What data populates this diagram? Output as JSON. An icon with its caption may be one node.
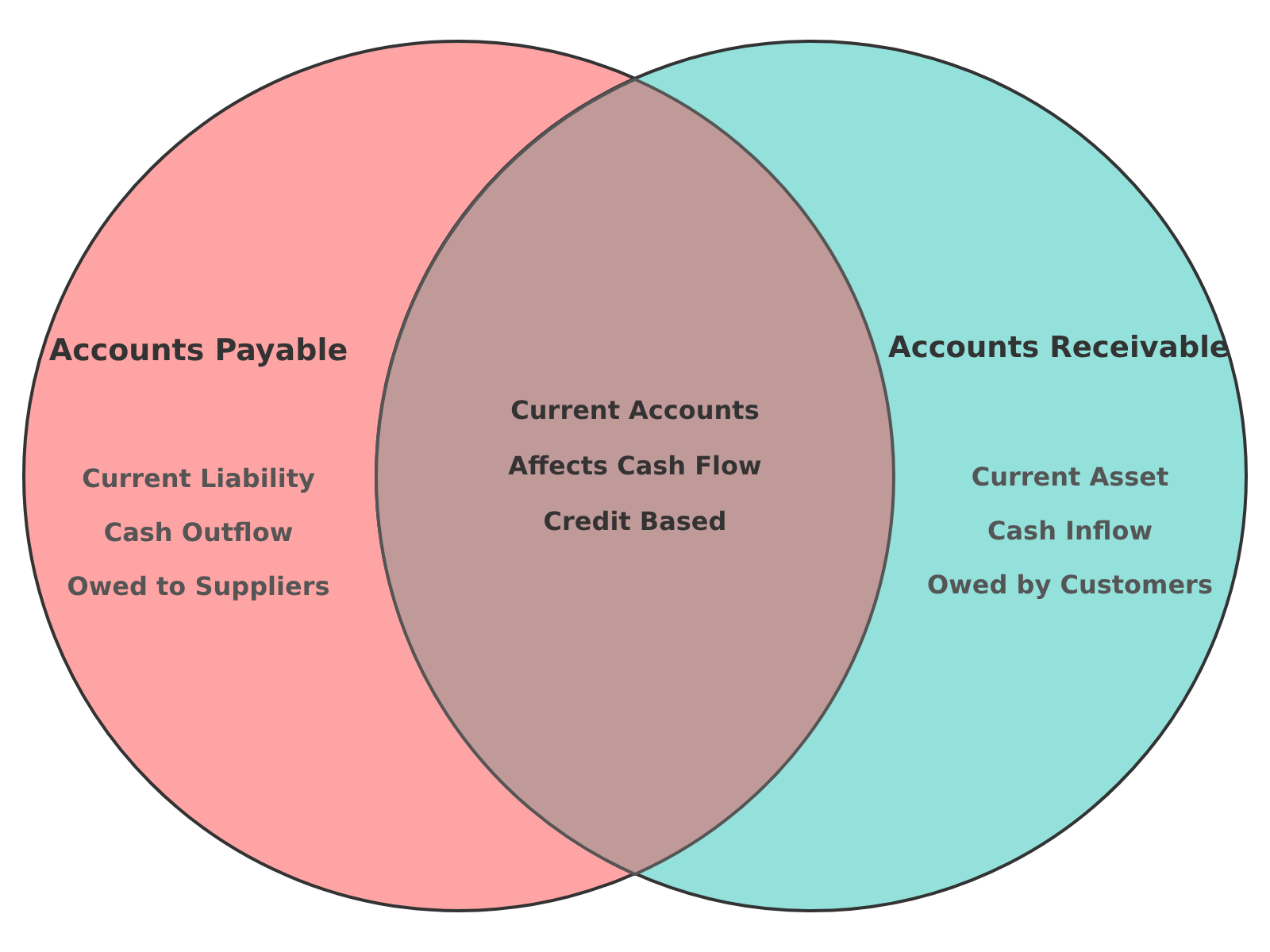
{
  "diagram": {
    "nodes": [
      {
        "text": [
          "Accounts Payable",
          "Current Liability",
          "Cash Outflow",
          "Owed to Suppliers"
        ]
      },
      {
        "text": [
          "Accounts Receivable",
          "Current Asset",
          "Cash Inflow",
          "Owed by Customers"
        ]
      },
      {
        "text": [
          "Current Accounts",
          "Affects Cash Flow",
          "Credit Based"
        ]
      }
    ],
    "edges": []
  }
}
